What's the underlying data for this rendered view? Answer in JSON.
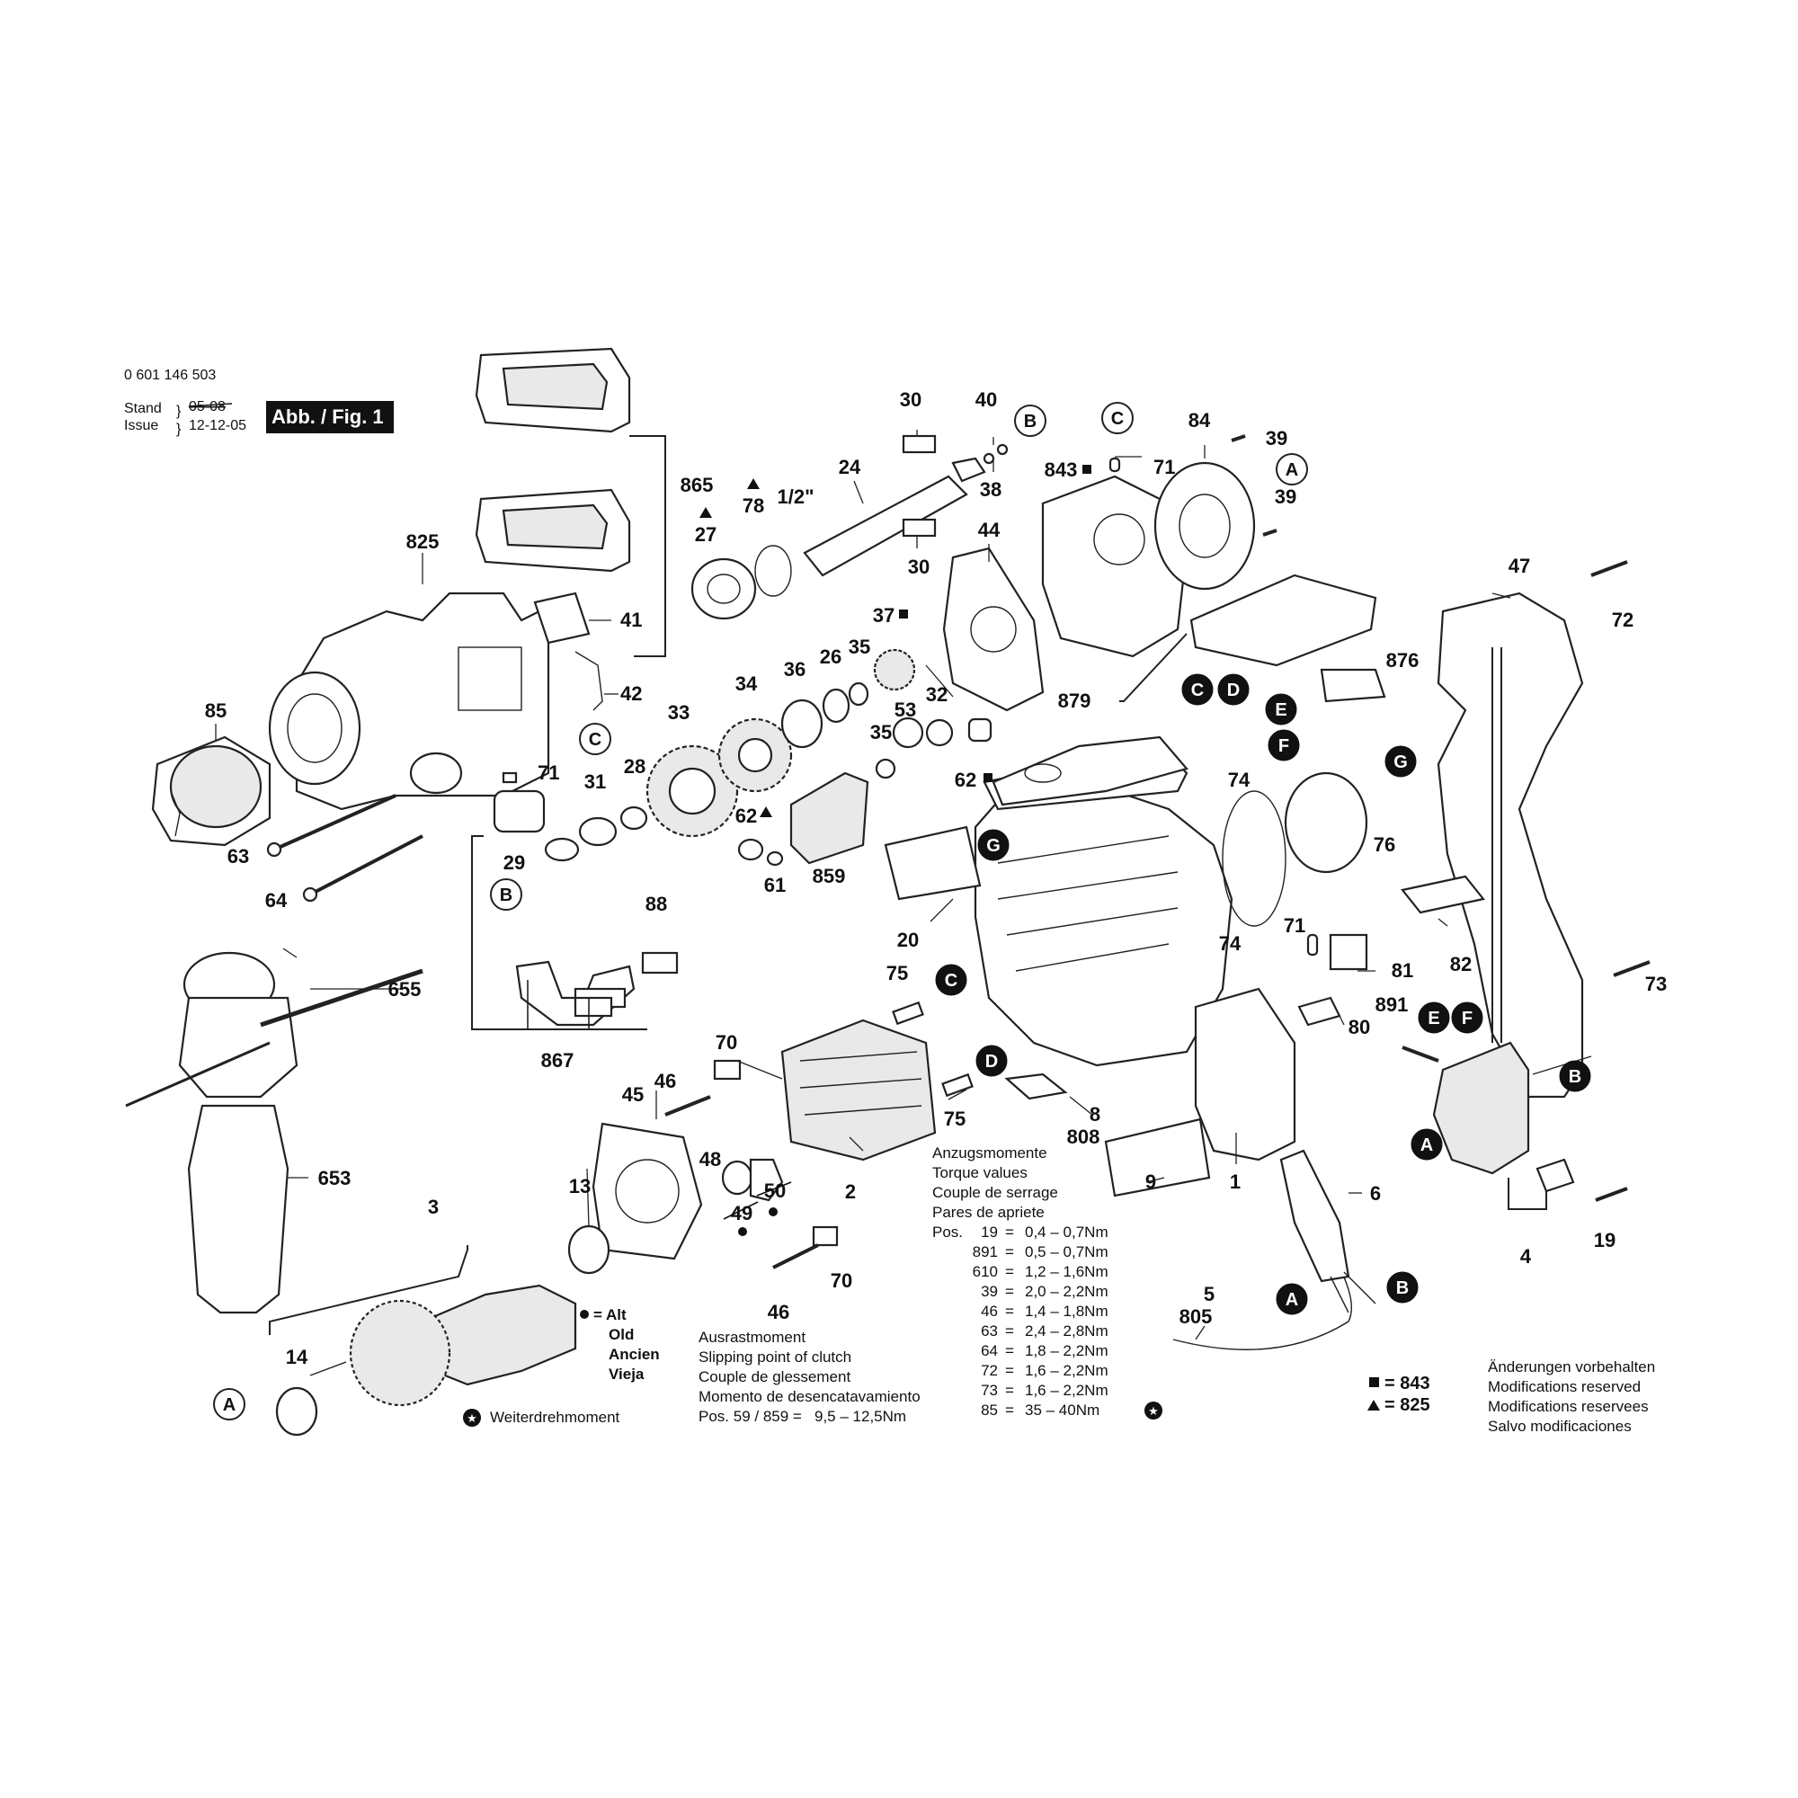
{
  "header": {
    "part_number": "0 601 146 503",
    "stand_label": "Stand",
    "issue_label": "Issue",
    "stand_date_old": "05-08",
    "issue_date": "12-12-05",
    "figure_label": "Abb. / Fig. 1"
  },
  "part_labels": {
    "p30a": "30",
    "p40": "40",
    "p24": "24",
    "p38": "38",
    "p30b": "30",
    "p78": "78",
    "p27": "27",
    "p12": "1/2\"",
    "p865": "865",
    "p825": "825",
    "p41": "41",
    "p42": "42",
    "p85": "85",
    "p71a": "71",
    "p31": "31",
    "p28": "28",
    "p33": "33",
    "p34": "34",
    "p36": "36",
    "p26": "26",
    "p35a": "35",
    "p37": "37",
    "p44": "44",
    "p843": "843",
    "p71b": "71",
    "p84": "84",
    "p39a": "39",
    "p39b": "39",
    "p53": "53",
    "p32": "32",
    "p35b": "35",
    "p62a": "62",
    "p62b": "62",
    "p61": "61",
    "p859": "859",
    "p63": "63",
    "p64": "64",
    "p29": "29",
    "p88": "88",
    "p655": "655",
    "p867": "867",
    "p879": "879",
    "p47": "47",
    "p72": "72",
    "p876": "876",
    "p74a": "74",
    "p74b": "74",
    "p76": "76",
    "p71c": "71",
    "p81": "81",
    "p82": "82",
    "p73": "73",
    "p20": "20",
    "p75a": "75",
    "p75b": "75",
    "p70a": "70",
    "p70b": "70",
    "p46a": "46",
    "p46b": "46",
    "p45": "45",
    "p48": "48",
    "p49": "49",
    "p50": "50",
    "p2": "2",
    "p13": "13",
    "p3": "3",
    "p653": "653",
    "p14": "14",
    "p8": "8",
    "p808": "808",
    "p9": "9",
    "p1": "1",
    "p6": "6",
    "p5": "5",
    "p805": "805",
    "p891": "891",
    "p80": "80",
    "p4": "4",
    "p19": "19"
  },
  "callouts": {
    "A": "A",
    "B": "B",
    "C": "C",
    "D": "D",
    "E": "E",
    "F": "F",
    "G": "G"
  },
  "torque": {
    "heading": [
      "Anzugsmomente",
      "Torque values",
      "Couple de serrage",
      "Pares de apriete"
    ],
    "pos_label": "Pos.",
    "rows": [
      {
        "pos": "19",
        "value": "0,4 – 0,7Nm"
      },
      {
        "pos": "891",
        "value": "0,5 – 0,7Nm"
      },
      {
        "pos": "610",
        "value": "1,2 – 1,6Nm"
      },
      {
        "pos": "39",
        "value": "2,0 – 2,2Nm"
      },
      {
        "pos": "46",
        "value": "1,4 – 1,8Nm"
      },
      {
        "pos": "63",
        "value": "2,4 – 2,8Nm"
      },
      {
        "pos": "64",
        "value": "1,8 – 2,2Nm"
      },
      {
        "pos": "72",
        "value": "1,6 – 2,2Nm"
      },
      {
        "pos": "73",
        "value": "1,6 – 2,2Nm"
      },
      {
        "pos": "85",
        "value": "35 – 40Nm"
      }
    ]
  },
  "clutch": {
    "heading": [
      "Ausrastmoment",
      "Slipping point of clutch",
      "Couple de glessement",
      "Momento de desencatavamiento"
    ],
    "line": "Pos. 59 / 859 =   9,5 – 12,5Nm"
  },
  "legend": {
    "old_marker": "= Alt",
    "old_words": [
      "Old",
      "Ancien",
      "Vieja"
    ],
    "weiter": "Weiterdrehmoment",
    "square_eq": "= 843",
    "triangle_eq": "= 825"
  },
  "footer_note": [
    "Änderungen vorbehalten",
    "Modifications reserved",
    "Modifications reservees",
    "Salvo modificaciones"
  ]
}
